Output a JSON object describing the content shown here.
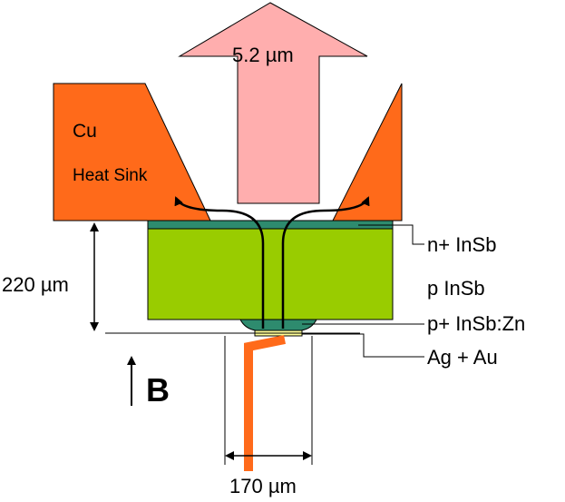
{
  "diagram": {
    "emission_label": "5.2 µm",
    "heatsink_material": "Cu",
    "heatsink_label": "Heat Sink",
    "thickness_label": "220 µm",
    "width_label": "170 µm",
    "field_label": "B",
    "layers": [
      {
        "id": "n-plus",
        "label": "n+ InSb"
      },
      {
        "id": "p-bulk",
        "label": "p InSb"
      },
      {
        "id": "p-plus",
        "label": "p+ InSb:Zn"
      },
      {
        "id": "contact",
        "label": "Ag + Au"
      }
    ],
    "colors": {
      "heatsink": "#FF6A1A",
      "p_bulk": "#99CC00",
      "thin_layer": "#2E8B6E",
      "emission_arrow": "#FFAEAE",
      "contact": "#FFFF99",
      "wire": "#FF6A1A"
    }
  }
}
